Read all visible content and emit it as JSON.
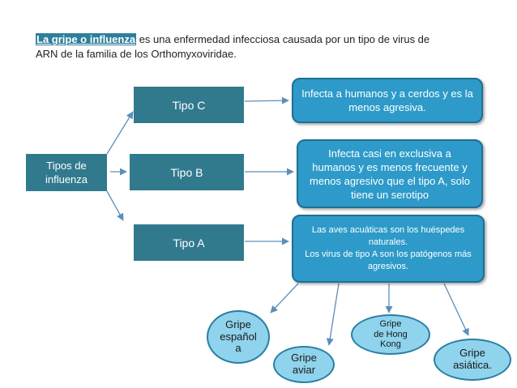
{
  "intro": {
    "term": "La gripe o influenza",
    "rest_line1": " es una enfermedad infecciosa  causada por un tipo de virus de",
    "rest_line2": "ARN de la familia de los Orthomyxoviridae."
  },
  "root": {
    "line1": "Tipos de",
    "line2": "influenza"
  },
  "types": {
    "c": "Tipo C",
    "b": "Tipo B",
    "a": "Tipo A"
  },
  "descriptions": {
    "c": "Infecta a humanos y a cerdos y es la menos agresiva.",
    "b": "Infecta casi en exclusiva a humanos y es menos frecuente y menos agresivo que el tipo A, solo tiene un serotipo",
    "a_line1": "Las aves acuáticas son los huéspedes naturales.",
    "a_line2": "Los virus de tipo A son los patógenos más agresivos."
  },
  "subtypes": {
    "espanola": "Gripe español a",
    "aviar": "Gripe aviar",
    "hongkong": "Gripe de Hong Kong",
    "asiatica": "Gripe asiática."
  },
  "colors": {
    "dark_box": "#317a8e",
    "rounded_box": "#2d9ac9",
    "ellipse_fill": "#8fd3ec",
    "arrow": "#5b8fb9"
  }
}
